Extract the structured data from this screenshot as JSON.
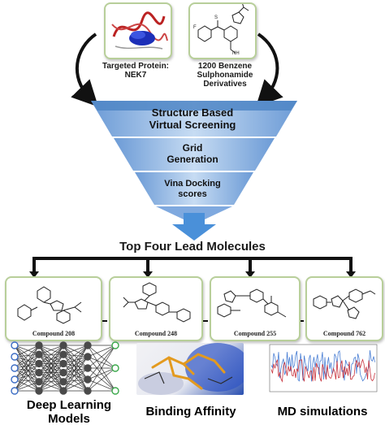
{
  "top": {
    "protein_label": "Targeted Protein:\nNEK7",
    "derivatives_label": "1200 Benzene\nSulphonamide\nDerivatives"
  },
  "funnel": {
    "stage1": "Structure Based\nVirtual Screening",
    "stage2": "Grid\nGeneration",
    "stage3": "Vina Docking\nscores"
  },
  "lead_title": "Top Four Lead Molecules",
  "compounds": [
    {
      "label": "Compound 208"
    },
    {
      "label": "Compound 248"
    },
    {
      "label": "Compound 255"
    },
    {
      "label": "Compound 762"
    }
  ],
  "outputs": {
    "deep_learning": "Deep Learning\nModels",
    "binding_affinity": "Binding Affinity",
    "md_simulations": "MD simulations"
  },
  "colors": {
    "card_border": "#b8cf9a",
    "funnel_top": "#4f86c6",
    "funnel_light": "#d6e6f7",
    "arrow_blue": "#4a90d9"
  }
}
